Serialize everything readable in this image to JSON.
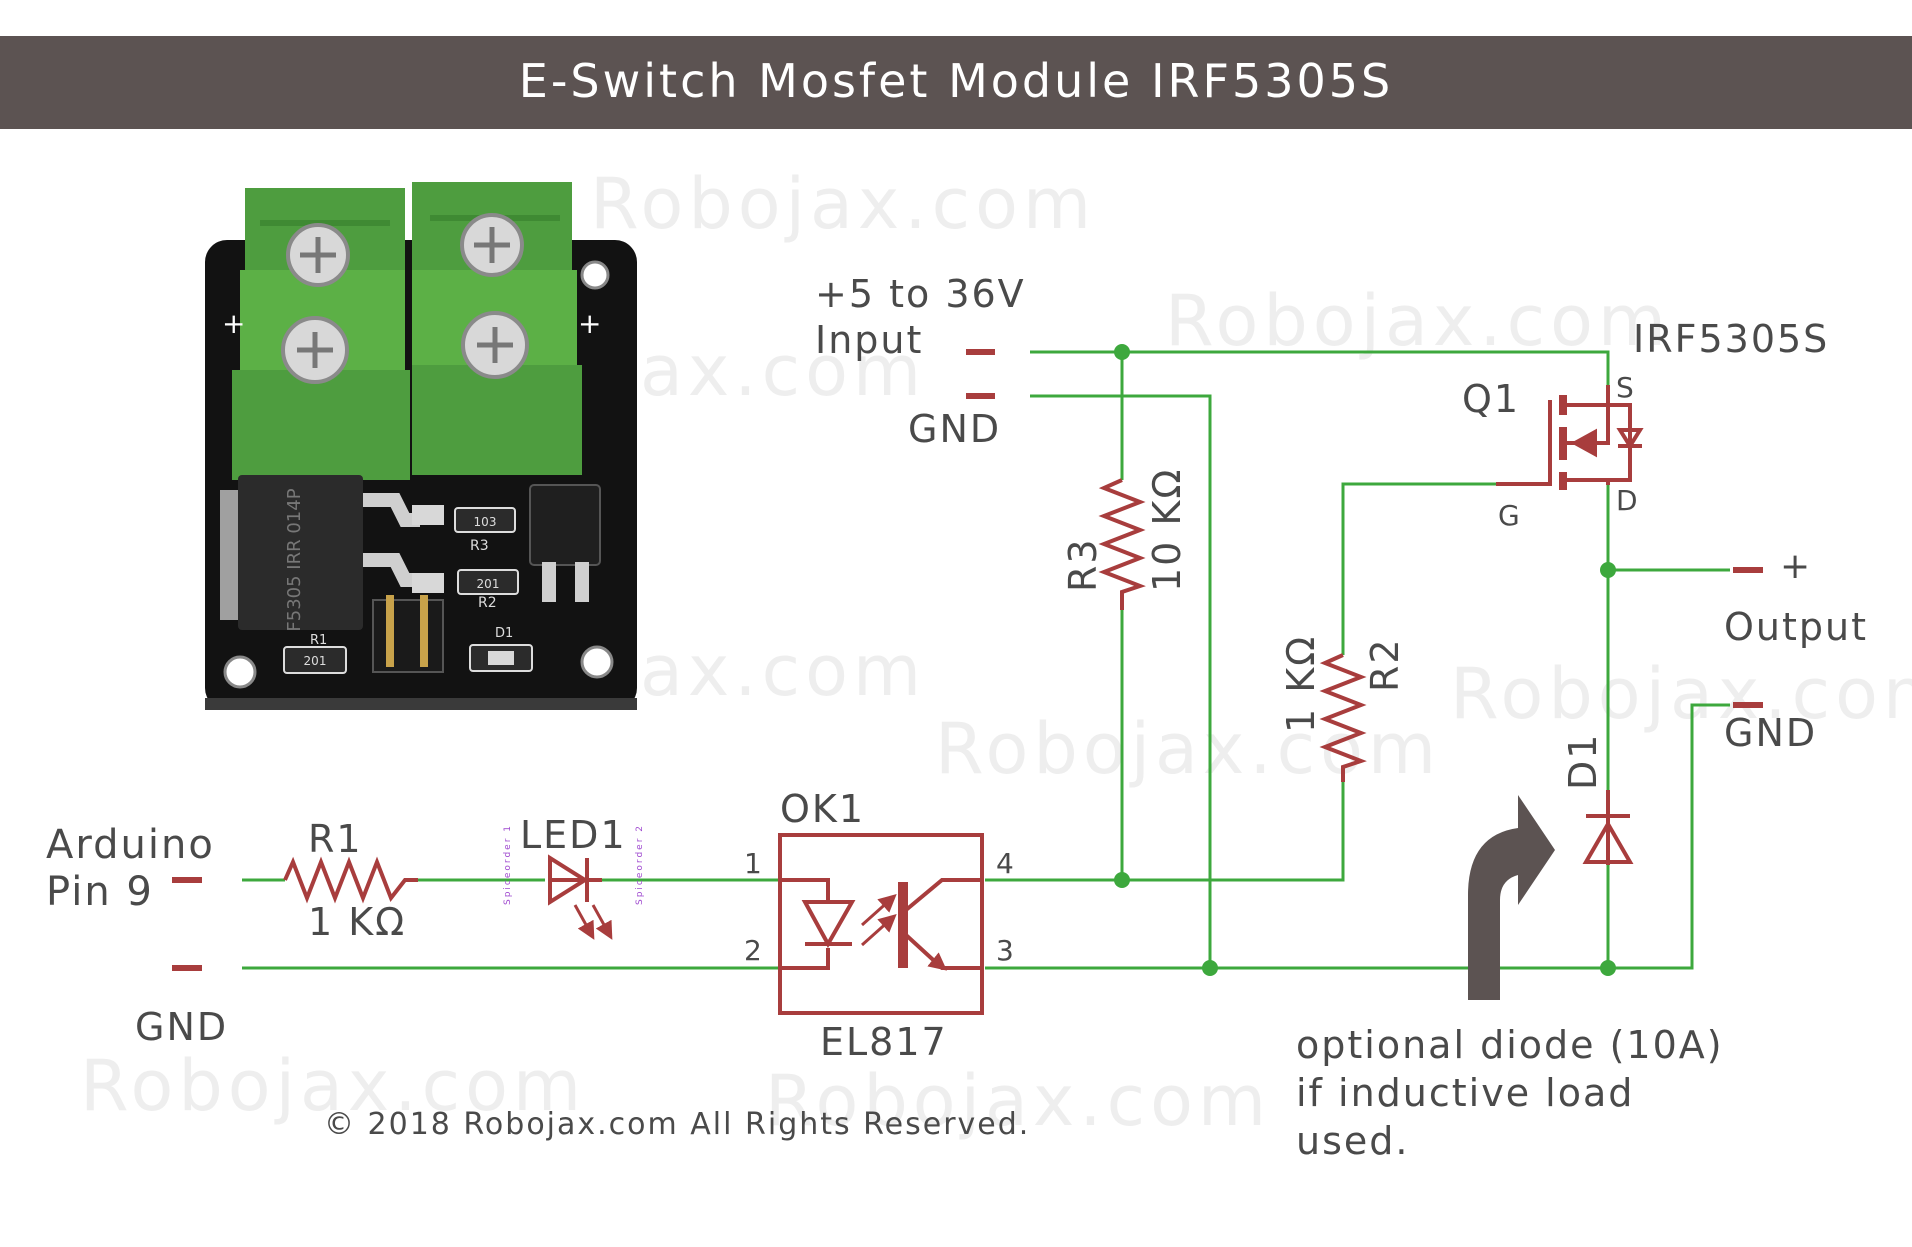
{
  "title": "E-Switch Mosfet Module IRF5305S",
  "watermark": "Robojax.com",
  "copyright": "© 2018 Robojax.com All Rights Reserved.",
  "input": {
    "voltage": "+5 to 36V",
    "label": "Input",
    "gnd": "GND"
  },
  "mosfet": {
    "part": "IRF5305S",
    "ref": "Q1",
    "source": "S",
    "drain": "D",
    "gate": "G"
  },
  "r3": {
    "ref": "R3",
    "value": "10 KΩ"
  },
  "r2": {
    "ref": "R2",
    "value": "1 KΩ"
  },
  "r1": {
    "ref": "R1",
    "value": "1 KΩ"
  },
  "led": {
    "ref": "LED1",
    "pad1": "Spiceorder 1",
    "pad2": "Spiceorder 2"
  },
  "optocoupler": {
    "ref": "OK1",
    "part": "EL817",
    "pin1": "1",
    "pin2": "2",
    "pin3": "3",
    "pin4": "4"
  },
  "output": {
    "plus": "+",
    "label": "Output",
    "gnd": "GND"
  },
  "diode": {
    "ref": "D1",
    "note_line1": "optional diode (10A)",
    "note_line2": "if inductive load",
    "note_line3": "used."
  },
  "arduino": {
    "line1": "Arduino",
    "line2": "Pin 9",
    "gnd": "GND"
  },
  "board": {
    "plus_left": "+",
    "plus_right": "+",
    "chip_text": "F5305 IRR 014P",
    "r3_code": "103",
    "r2_code": "201",
    "r1_code": "201",
    "r3_label": "R3",
    "r2_label": "R2",
    "r1_label": "R1",
    "d1_label": "D1"
  },
  "colors": {
    "banner": "#5c5352",
    "wire": "#3da83d",
    "component": "#a83d3d",
    "text": "#4a4a4a",
    "board": "#121212",
    "terminal": "#5cb046"
  }
}
